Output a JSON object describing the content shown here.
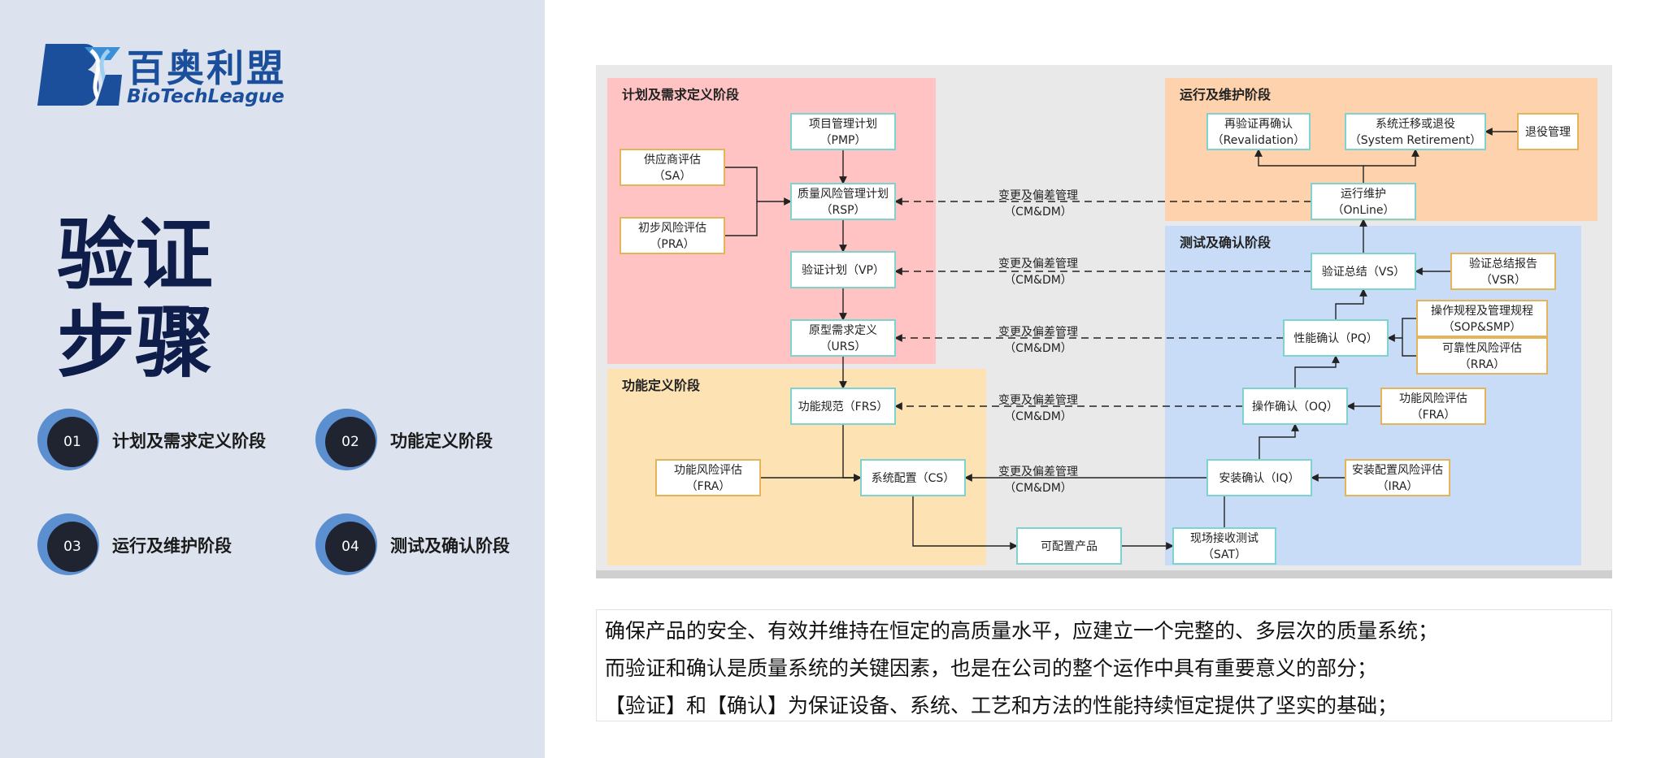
{
  "logo": {
    "cn": "百奥利盟",
    "en": "BioTechLeague"
  },
  "title": {
    "line1": "验证",
    "line2": "步骤"
  },
  "steps": [
    {
      "num": "01",
      "label": "计划及需求定义阶段"
    },
    {
      "num": "02",
      "label": "功能定义阶段"
    },
    {
      "num": "03",
      "label": "运行及维护阶段"
    },
    {
      "num": "04",
      "label": "测试及确认阶段"
    }
  ],
  "diagram": {
    "zones": {
      "plan": "计划及需求定义阶段",
      "func": "功能定义阶段",
      "ops": "运行及维护阶段",
      "test": "测试及确认阶段"
    },
    "nodes": {
      "pmp": [
        "项目管理计划",
        "（PMP）"
      ],
      "sa": [
        "供应商评估",
        "（SA）"
      ],
      "rsp": [
        "质量风险管理计划",
        "（RSP）"
      ],
      "pra": [
        "初步风险评估",
        "（PRA）"
      ],
      "vp": [
        "验证计划（VP）"
      ],
      "urs": [
        "原型需求定义",
        "（URS）"
      ],
      "frs": [
        "功能规范（FRS）"
      ],
      "fra_left": [
        "功能风险评估",
        "（FRA）"
      ],
      "cs": [
        "系统配置（CS）"
      ],
      "product": [
        "可配置产品"
      ],
      "sat": [
        "现场接收测试",
        "（SAT）"
      ],
      "reval": [
        "再验证再确认",
        "（Revalidation）"
      ],
      "retire": [
        "系统迁移或退役",
        "（System Retirement）"
      ],
      "retire_mgmt": [
        "退役管理"
      ],
      "online": [
        "运行维护",
        "（OnLine）"
      ],
      "vs": [
        "验证总结（VS）"
      ],
      "vsr": [
        "验证总结报告",
        "（VSR）"
      ],
      "sop": [
        "操作规程及管理规程",
        "（SOP&SMP）"
      ],
      "pq": [
        "性能确认（PQ）"
      ],
      "rra": [
        "可靠性风险评估",
        "（RRA）"
      ],
      "oq": [
        "操作确认（OQ）"
      ],
      "fra_right": [
        "功能风险评估",
        "（FRA）"
      ],
      "iq": [
        "安装确认（IQ）"
      ],
      "ira": [
        "安装配置风险评估",
        "（IRA）"
      ]
    },
    "change_label": [
      "变更及偏差管理",
      "（CM&DM）"
    ]
  },
  "description": [
    "确保产品的安全、有效并维持在恒定的高质量水平，应建立一个完整的、多层次的质量系统；",
    "而验证和确认是质量系统的关键因素，也是在公司的整个运作中具有重要意义的部分；",
    "【验证】和【确认】为保证设备、系统、工艺和方法的性能持续恒定提供了坚实的基础；"
  ],
  "colors": {
    "panel_bg": "#dde3ee",
    "brand_blue": "#1b4f9c",
    "title_navy": "#0f1d4a",
    "zone_plan": "#ffc3c3",
    "zone_func": "#fde2b4",
    "zone_ops": "#fdd2ad",
    "zone_test": "#c8dcf8",
    "node_border_teal": "#7fd3cf",
    "node_border_orange": "#e5b45a"
  }
}
